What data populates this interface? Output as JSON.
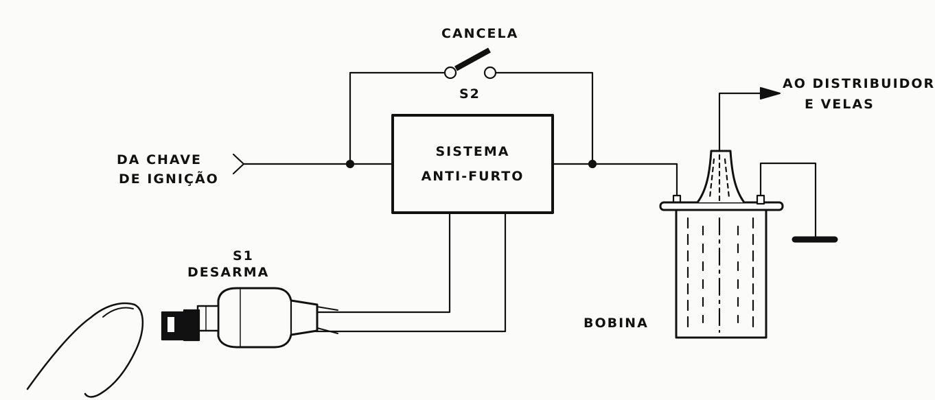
{
  "labels": {
    "cancela": "CANCELA",
    "s2": "S2",
    "sistema_line1": "SISTEMA",
    "sistema_line2": "ANTI-FURTO",
    "chave_line1": "DA CHAVE",
    "chave_line2": "DE IGNIÇÃO",
    "distribuidor_line1": "AO DISTRIBUIDOR",
    "distribuidor_line2": "E VELAS",
    "s1": "S1",
    "desarma": "DESARMA",
    "bobina": "BOBINA"
  },
  "colors": {
    "ink": "#111111",
    "paper": "#fbfbfa"
  }
}
